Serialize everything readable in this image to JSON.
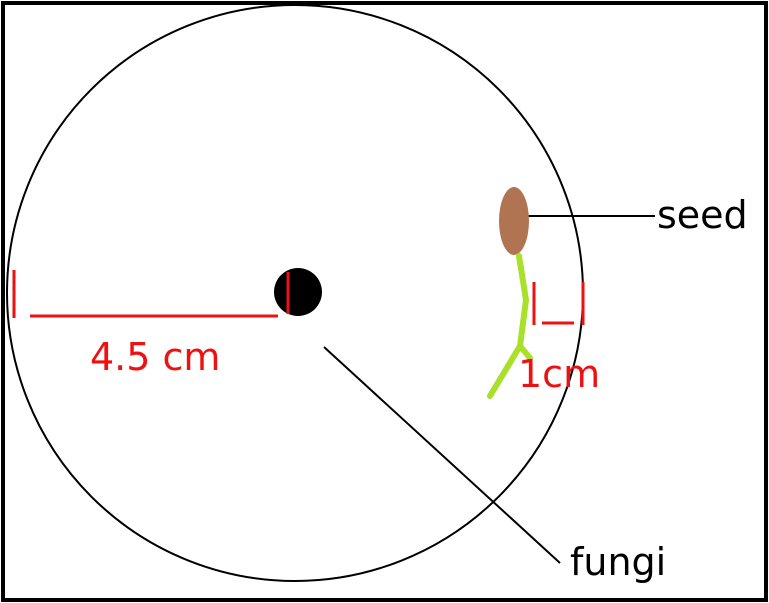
{
  "labels": {
    "seed": "seed",
    "fungi": "fungi",
    "distance_fungi": "4.5 cm",
    "distance_seedling": "1cm"
  },
  "colors": {
    "frame": "#000000",
    "dish": "#000000",
    "fungi": "#000000",
    "measure": "#ee1111",
    "seed": "#b07452",
    "sprout": "#a8e02a",
    "leader": "#000000"
  }
}
